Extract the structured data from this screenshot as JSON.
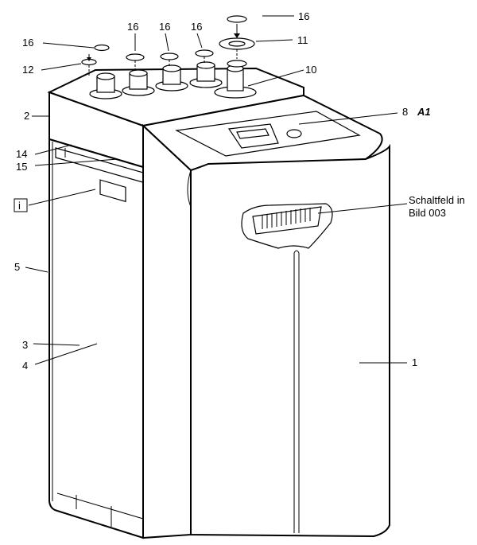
{
  "labels": {
    "l1": "1",
    "l2": "2",
    "l3": "3",
    "l4": "4",
    "l5": "5",
    "l8": "8",
    "lA1": "A1",
    "l10": "10",
    "l11": "11",
    "l12": "12",
    "l14": "14",
    "l15": "15",
    "l16a": "16",
    "l16b": "16",
    "l16c": "16",
    "l16d": "16",
    "l16e": "16",
    "info": "i",
    "panel_line1": "Schaltfeld in",
    "panel_line2": "Bild 003"
  }
}
